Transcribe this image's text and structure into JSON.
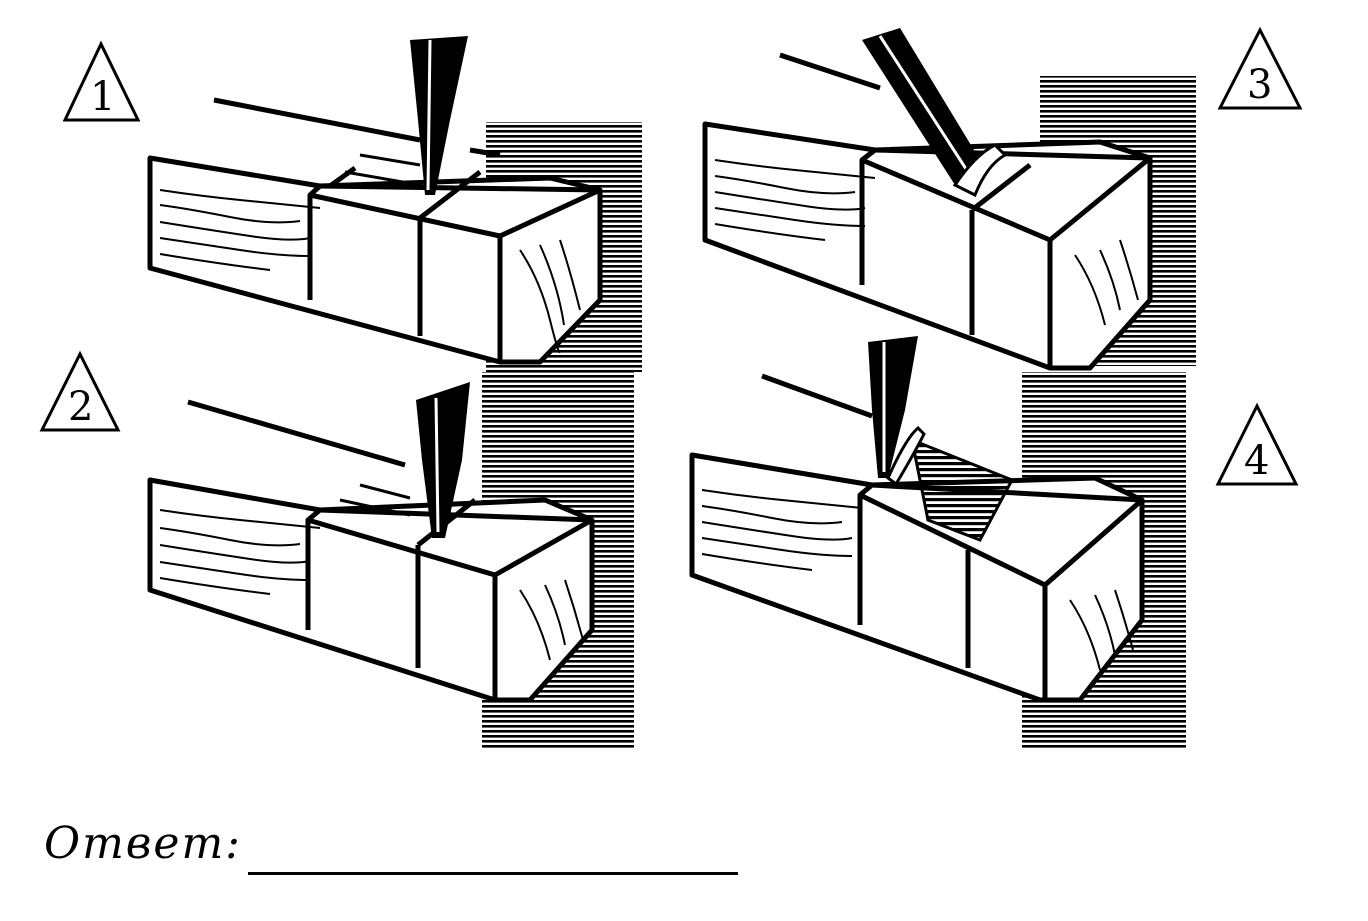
{
  "steps": [
    {
      "label": "1"
    },
    {
      "label": "2"
    },
    {
      "label": "3"
    },
    {
      "label": "4"
    }
  ],
  "answer": {
    "label": "Ответ:"
  }
}
